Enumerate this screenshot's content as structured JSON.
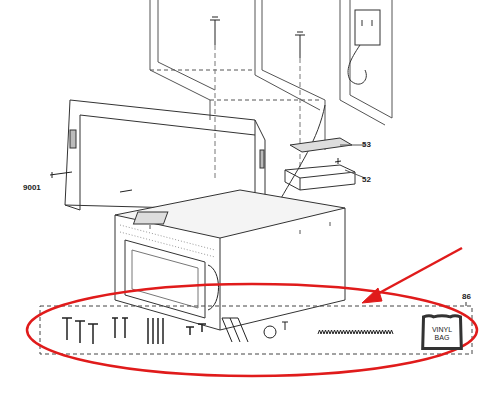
{
  "diagram": {
    "nodes": [
      {
        "text": [
          "VINYL BAG"
        ]
      }
    ],
    "labels": [
      "9001",
      "53",
      "52",
      "86"
    ]
  }
}
